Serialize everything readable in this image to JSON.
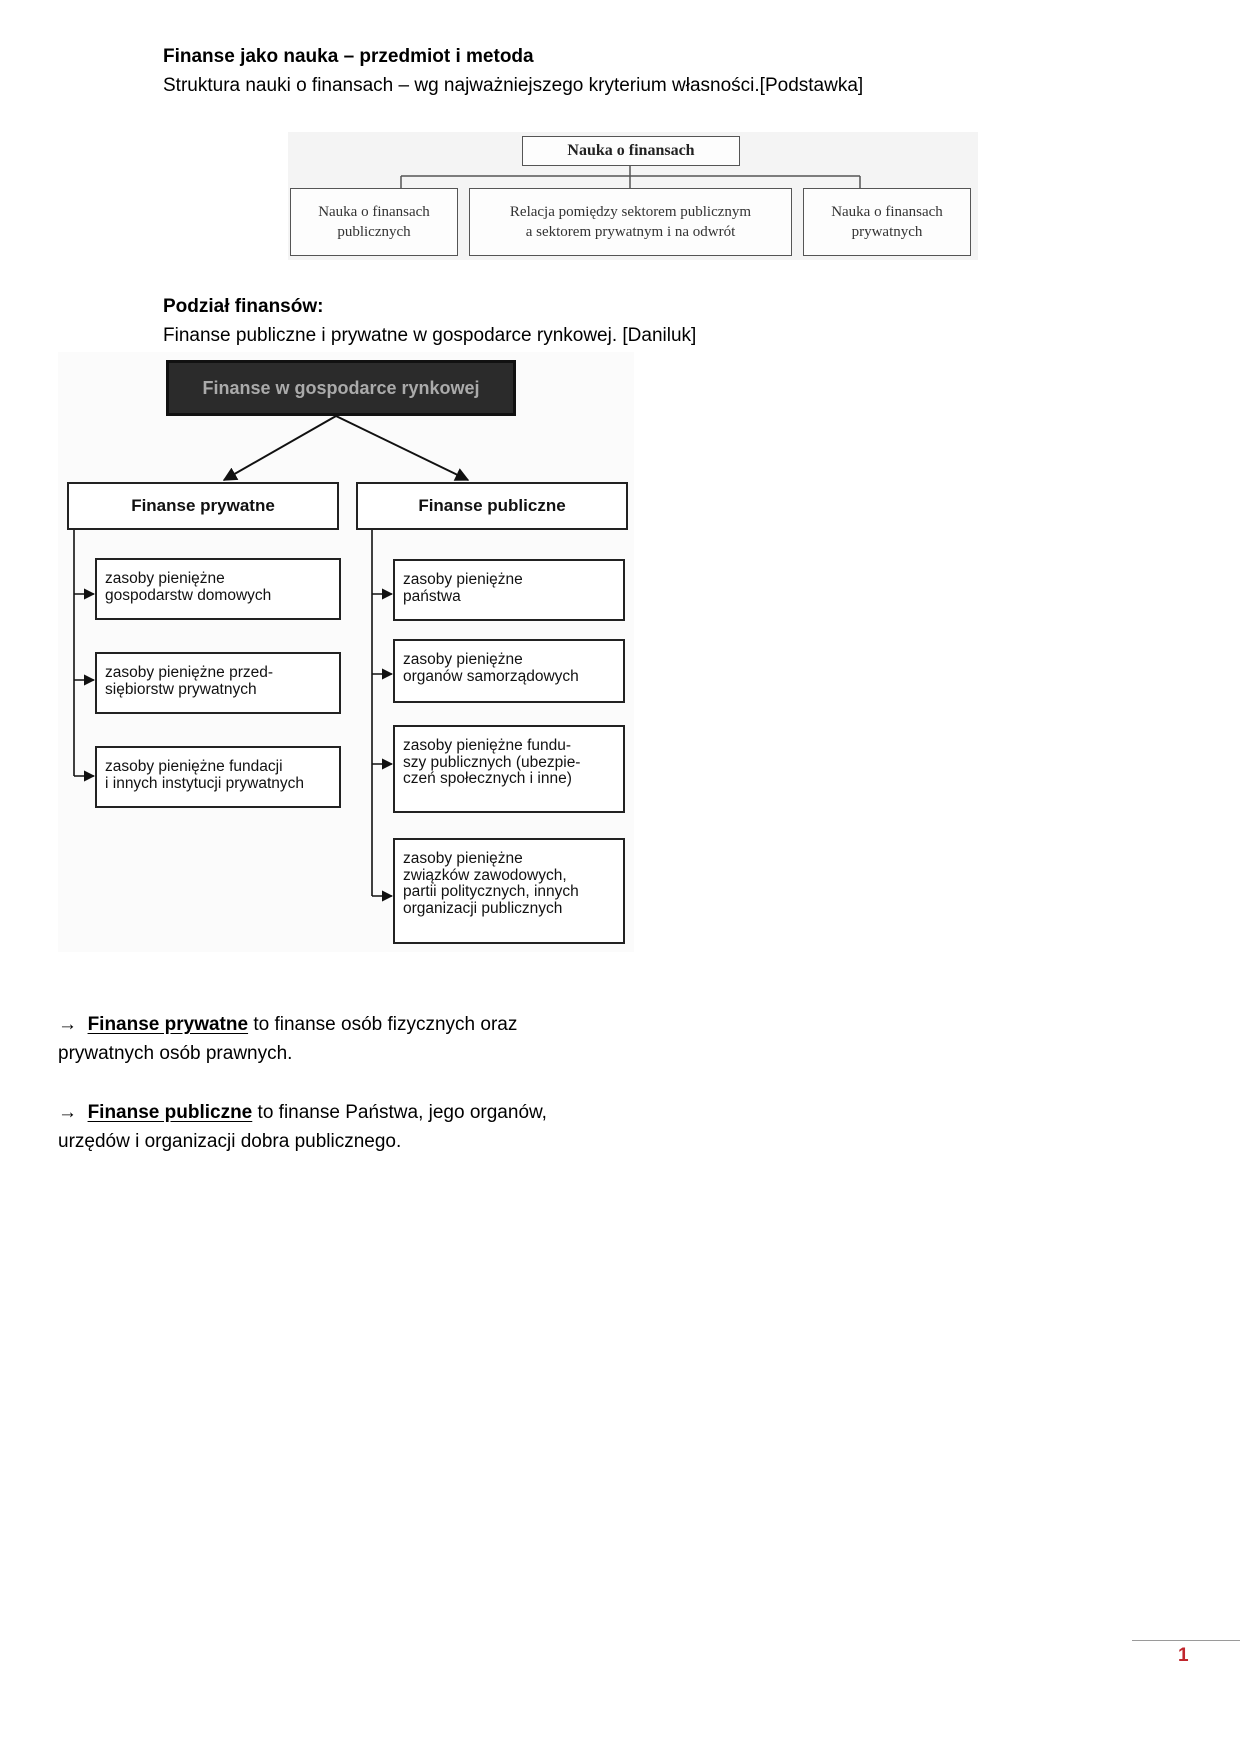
{
  "heading": {
    "title": "Finanse jako nauka – przedmiot i metoda",
    "subtitle": "Struktura nauki o finansach – wg najważniejszego kryterium własności.[Podstawka]"
  },
  "diagram1": {
    "root": "Nauka o finansach",
    "left": [
      "Nauka o finansach",
      "publicznych"
    ],
    "middle": [
      "Relacja pomiędzy sektorem publicznym",
      "a sektorem prywatnym i na odwrót"
    ],
    "right": [
      "Nauka o finansach",
      "prywatnych"
    ]
  },
  "section2": {
    "title": "Podział finansów:",
    "subtitle": "Finanse publiczne i prywatne w gospodarce rynkowej. [Daniluk]"
  },
  "diagram2": {
    "root": "Finanse w gospodarce rynkowej",
    "private_header": "Finanse prywatne",
    "public_header": "Finanse publiczne",
    "private_items": [
      "zasoby pieniężne\ngospodarstw domowych",
      "zasoby pieniężne przed-\nsiębiorstw prywatnych",
      "zasoby pieniężne fundacji\ni innych instytucji prywatnych"
    ],
    "public_items": [
      "zasoby pieniężne\npaństwa",
      "zasoby pieniężne\norganów samorządowych",
      "zasoby pieniężne fundu-\nszy publicznych (ubezpie-\nczeń społecznych i inne)",
      "zasoby pieniężne\nzwiązków zawodowych,\npartii politycznych, innych\norganizacji publicznych"
    ]
  },
  "definitions": [
    {
      "arrow": "→",
      "term": "Finanse prywatne",
      "rest_line1": " to finanse osób fizycznych oraz",
      "line2": "prywatnych osób prawnych."
    },
    {
      "arrow": "→",
      "term": "Finanse publiczne",
      "rest_line1": " to finanse Państwa, jego organów,",
      "line2": "urzędów i organizacji dobra publicznego."
    }
  ],
  "page_number": "1",
  "colors": {
    "page_number": "#c0262d"
  }
}
